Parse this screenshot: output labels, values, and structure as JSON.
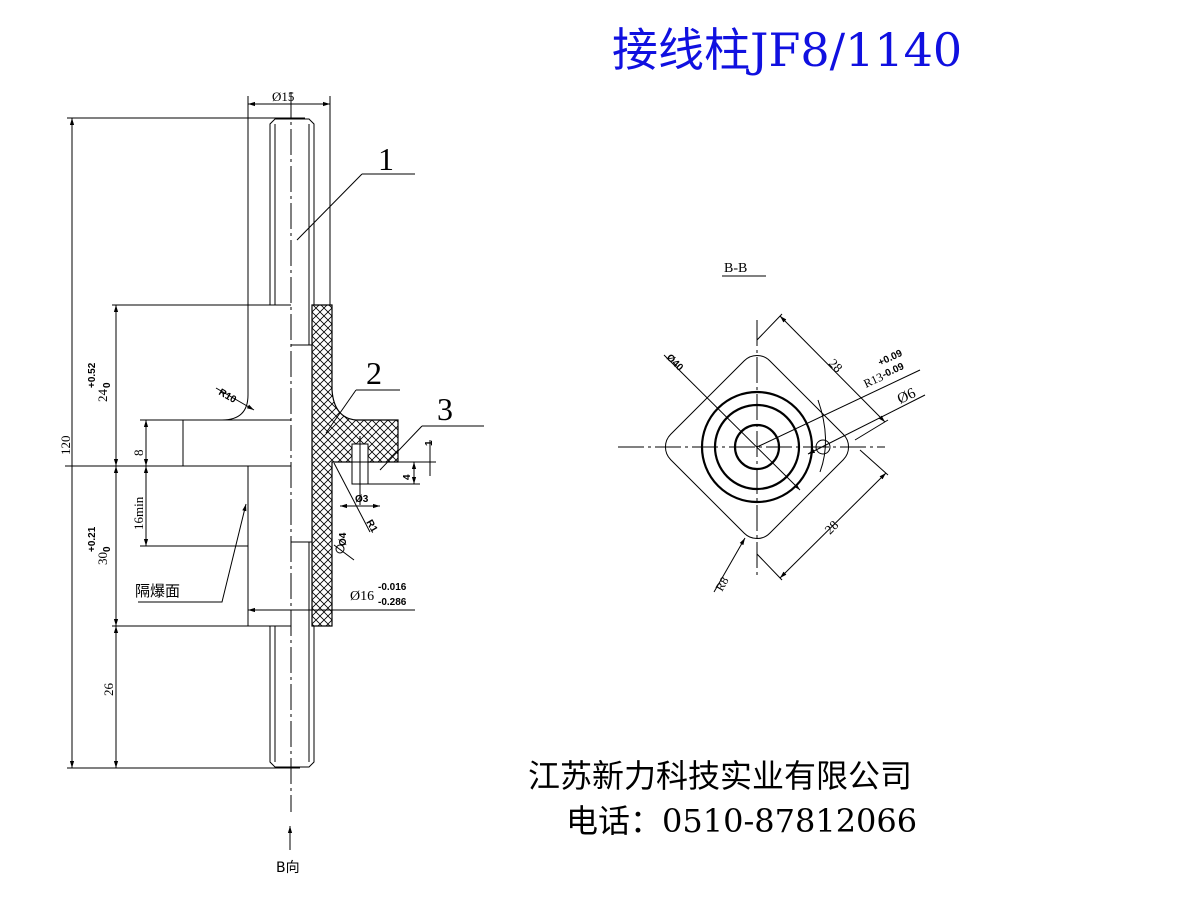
{
  "title": "接线柱JF8/1140",
  "title_color": "#1010e0",
  "left_view": {
    "dims": {
      "d15": "Ø15",
      "total": "120",
      "upper": "24",
      "upper_tol_plus": "+0.52",
      "upper_tol_minus": "0",
      "flange": "8",
      "gap": "16min",
      "lower": "30",
      "lower_tol_plus": "+0.21",
      "lower_tol_minus": "0",
      "thread": "26",
      "fillet": "R10",
      "d16": "Ø16",
      "d16_tol_upper": "-0.016",
      "d16_tol_lower": "-0.286",
      "pin_dia": "Ø3",
      "pin_radius": "R1",
      "step1": "1",
      "step4": "4",
      "small": "Ø4"
    },
    "parts": [
      "1",
      "2",
      "3"
    ],
    "surface_label": "隔爆面",
    "view_arrow_label": "B向"
  },
  "section_view": {
    "label": "B-B",
    "dims": {
      "d40": "Ø40",
      "side1": "28",
      "side2": "28",
      "r13": "R13",
      "r13_tol_plus": "+0.09",
      "r13_tol_minus": "-0.09",
      "d6": "Ø6",
      "r8": "R8"
    }
  },
  "company": {
    "name": "江苏新力科技实业有限公司",
    "phone": "电话：0510-87812066"
  }
}
